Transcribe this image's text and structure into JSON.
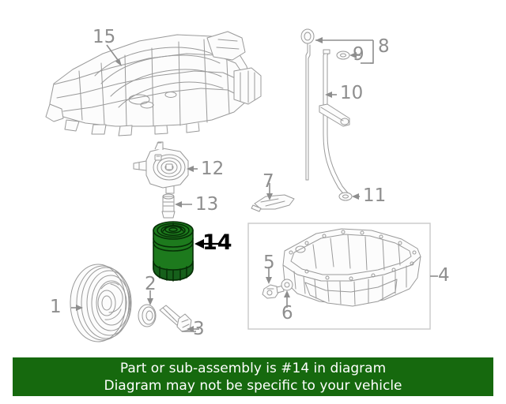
{
  "diagram": {
    "title": "Engine Oil Filter / Oil Pan Parts Diagram",
    "background_color": "#ffffff",
    "line_color": "#9a9a9a",
    "highlight_color": "#1d7a1d",
    "highlighted_part_number": "14"
  },
  "callouts": [
    {
      "id": "1",
      "label": "1",
      "part": "crankshaft-pulley-damper",
      "highlighted": false
    },
    {
      "id": "2",
      "label": "2",
      "part": "pulley-washer",
      "highlighted": false
    },
    {
      "id": "3",
      "label": "3",
      "part": "crankshaft-pulley-bolt",
      "highlighted": false
    },
    {
      "id": "4",
      "label": "4",
      "part": "oil-pan",
      "highlighted": false
    },
    {
      "id": "5",
      "label": "5",
      "part": "oil-level-sensor",
      "highlighted": false
    },
    {
      "id": "6",
      "label": "6",
      "part": "drain-plug-gasket",
      "highlighted": false
    },
    {
      "id": "7",
      "label": "7",
      "part": "oil-baffle-plate",
      "highlighted": false
    },
    {
      "id": "8",
      "label": "8",
      "part": "dipstick-assembly",
      "highlighted": false
    },
    {
      "id": "9",
      "label": "9",
      "part": "dipstick-o-ring",
      "highlighted": false
    },
    {
      "id": "10",
      "label": "10",
      "part": "dipstick-guide-tube",
      "highlighted": false
    },
    {
      "id": "11",
      "label": "11",
      "part": "guide-tube-o-ring",
      "highlighted": false
    },
    {
      "id": "12",
      "label": "12",
      "part": "oil-cooler",
      "highlighted": false
    },
    {
      "id": "13",
      "label": "13",
      "part": "oil-filter-nipple",
      "highlighted": false
    },
    {
      "id": "14",
      "label": "14",
      "part": "engine-oil-filter",
      "highlighted": true
    },
    {
      "id": "15",
      "label": "15",
      "part": "intake-manifold",
      "highlighted": false
    }
  ],
  "footer": {
    "background_color": "#16690e",
    "text_color": "#ffffff",
    "line1": "Part or sub-assembly is #14 in diagram",
    "line2": "Diagram may not be specific to your vehicle"
  }
}
